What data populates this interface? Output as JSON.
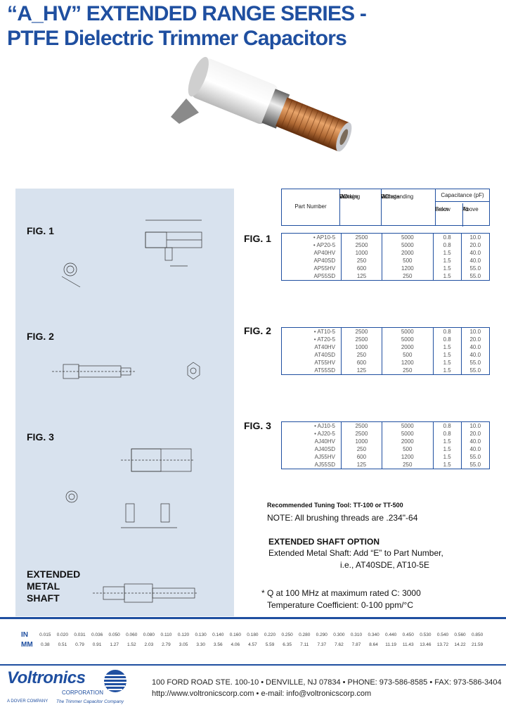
{
  "title": {
    "line1": "“A_HV” EXTENDED RANGE SERIES -",
    "line2": "PTFE Dielectric Trimmer Capacitors"
  },
  "panel": {
    "fig1": "FIG. 1",
    "fig2": "FIG. 2",
    "fig3": "FIG. 3",
    "ext": [
      "EXTENDED",
      "METAL",
      "SHAFT"
    ]
  },
  "table_header": {
    "part_number": "Part Number",
    "dc_working": [
      "DC",
      "Working",
      "Voltage"
    ],
    "dc_withstanding": [
      "DC",
      "Withstanding",
      "Voltage"
    ],
    "capacitance": "Capacitance (pF)",
    "from_below": [
      "From",
      "Below"
    ],
    "to_above": [
      "To",
      "Above"
    ]
  },
  "tables": [
    {
      "label": "FIG. 1",
      "rows": [
        [
          "• AP10-5",
          "2500",
          "5000",
          "0.8",
          "10.0"
        ],
        [
          "• AP20-5",
          "2500",
          "5000",
          "0.8",
          "20.0"
        ],
        [
          "AP40HV",
          "1000",
          "2000",
          "1.5",
          "40.0"
        ],
        [
          "AP40SD",
          "250",
          "500",
          "1.5",
          "40.0"
        ],
        [
          "AP55HV",
          "600",
          "1200",
          "1.5",
          "55.0"
        ],
        [
          "AP55SD",
          "125",
          "250",
          "1.5",
          "55.0"
        ]
      ]
    },
    {
      "label": "FIG. 2",
      "rows": [
        [
          "• AT10-5",
          "2500",
          "5000",
          "0.8",
          "10.0"
        ],
        [
          "• AT20-5",
          "2500",
          "5000",
          "0.8",
          "20.0"
        ],
        [
          "AT40HV",
          "1000",
          "2000",
          "1.5",
          "40.0"
        ],
        [
          "AT40SD",
          "250",
          "500",
          "1.5",
          "40.0"
        ],
        [
          "AT55HV",
          "600",
          "1200",
          "1.5",
          "55.0"
        ],
        [
          "AT55SD",
          "125",
          "250",
          "1.5",
          "55.0"
        ]
      ]
    },
    {
      "label": "FIG. 3",
      "rows": [
        [
          "• AJ10-5",
          "2500",
          "5000",
          "0.8",
          "10.0"
        ],
        [
          "• AJ20-5",
          "2500",
          "5000",
          "0.8",
          "20.0"
        ],
        [
          "AJ40HV",
          "1000",
          "2000",
          "1.5",
          "40.0"
        ],
        [
          "AJ40SD",
          "250",
          "500",
          "1.5",
          "40.0"
        ],
        [
          "AJ55HV",
          "600",
          "1200",
          "1.5",
          "55.0"
        ],
        [
          "AJ55SD",
          "125",
          "250",
          "1.5",
          "55.0"
        ]
      ]
    }
  ],
  "notes": {
    "tuning": "Recommended Tuning Tool: TT-100 or TT-500",
    "brushing": "NOTE: All brushing threads are .234\"-64",
    "ext_head": "EXTENDED SHAFT OPTION",
    "ext_line1": "Extended Metal Shaft: Add “E” to Part Number,",
    "ext_line2": "i.e., AT40SDE, AT10-5E",
    "q_line": "* Q at 100 MHz at maximum rated C:  3000",
    "temp_line": "Temperature Coefficient: 0-100 ppm/°C"
  },
  "conversion": {
    "in_label": "IN",
    "mm_label": "MM",
    "inches": [
      "0.015",
      "0.020",
      "0.031",
      "0.036",
      "0.050",
      "0.060",
      "0.080",
      "0.110",
      "0.120",
      "0.130",
      "0.140",
      "0.160",
      "0.180",
      "0.220",
      "0.250",
      "0.280",
      "0.290",
      "0.300",
      "0.310",
      "0.340",
      "0.440",
      "0.450",
      "0.530",
      "0.540",
      "0.560",
      "0.850"
    ],
    "mm": [
      "0.38",
      "0.51",
      "0.79",
      "0.91",
      "1.27",
      "1.52",
      "2.03",
      "2.79",
      "3.05",
      "3.30",
      "3.56",
      "4.06",
      "4.57",
      "5.59",
      "6.35",
      "7.11",
      "7.37",
      "7.62",
      "7.87",
      "8.64",
      "11.19",
      "11.43",
      "13.46",
      "13.72",
      "14.22",
      "21.59"
    ]
  },
  "footer": {
    "brand": "Voltronics",
    "corporation": "CORPORATION",
    "tagline": "The Trimmer Capacitor Company",
    "parent": "A DOVER COMPANY",
    "address": "100 FORD ROAD STE. 100-10 • DENVILLE, NJ 07834 • PHONE: 973-586-8585 • FAX: 973-586-3404",
    "web": "http://www.voltronicscorp.com • e-mail: info@voltronicscorp.com"
  },
  "colors": {
    "brand_blue": "#1f4fa0",
    "panel_bg": "#d8e2ee"
  }
}
